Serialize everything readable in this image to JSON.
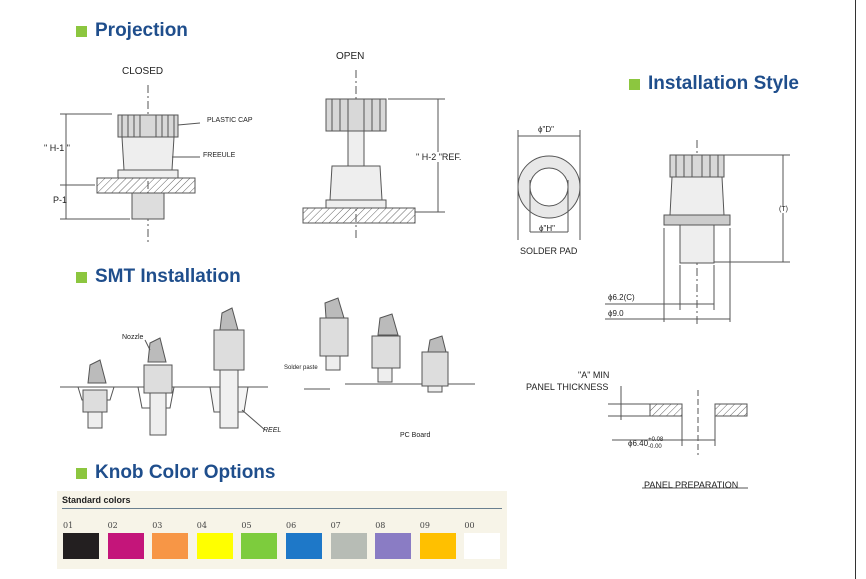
{
  "headings": {
    "projection": "Projection",
    "installation_style": "Installation Style",
    "smt_installation": "SMT Installation",
    "knob_color_options": "Knob Color Options"
  },
  "projection_labels": {
    "closed": "CLOSED",
    "open": "OPEN",
    "plastic_cap": "PLASTIC CAP",
    "ferrule": "FREEULE",
    "h1": "\" H-1 \"",
    "p1": "P-1",
    "h2": "\" H-2 \"REF."
  },
  "installation_labels": {
    "phi_d": "ϕ\"D\"",
    "phi_h": "ϕ\"H\"",
    "solder_pad": "SOLDER PAD",
    "t": "(T)",
    "phi_62": "ϕ6.2(C)",
    "phi_90": "ϕ9.0",
    "a_min": "\"A\" MIN",
    "panel_thickness": "PANEL THICKNESS",
    "hole_dim": "ϕ6.40",
    "tol_plus": "+0.08",
    "tol_minus": "-0.00",
    "panel_preparation": "PANEL PREPARATION"
  },
  "smt_labels": {
    "nozzle": "Nozzle",
    "solder_paste": "Solder paste",
    "reel": "REEL",
    "pc_board": "PC Board"
  },
  "colors": {
    "title": "Standard colors",
    "swatches": [
      {
        "code": "01",
        "hex": "#231f20"
      },
      {
        "code": "02",
        "hex": "#c4157a"
      },
      {
        "code": "03",
        "hex": "#f79646"
      },
      {
        "code": "04",
        "hex": "#ffff00"
      },
      {
        "code": "05",
        "hex": "#7dcc3d"
      },
      {
        "code": "06",
        "hex": "#1e78c8"
      },
      {
        "code": "07",
        "hex": "#b7bcb5"
      },
      {
        "code": "08",
        "hex": "#8a7cc4"
      },
      {
        "code": "09",
        "hex": "#ffc000"
      },
      {
        "code": "00",
        "hex": "#ffffff"
      }
    ]
  },
  "theme": {
    "heading_color": "#1f4e8c",
    "bullet_color": "#8cc63f"
  }
}
